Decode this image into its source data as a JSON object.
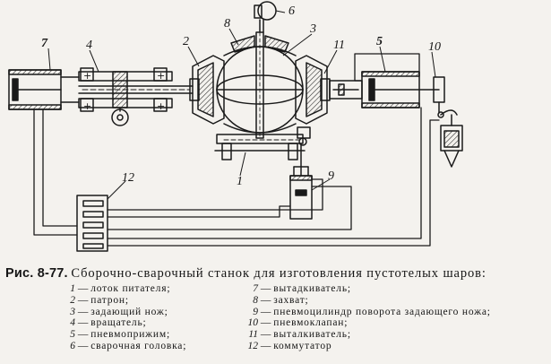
{
  "figure": {
    "labels": {
      "l1": "1",
      "l2": "2",
      "l3": "3",
      "l4": "4",
      "l5": "5",
      "l6": "6",
      "l7": "7",
      "l8": "8",
      "l9": "9",
      "l10": "10",
      "l11": "11",
      "l12": "12"
    },
    "caption_label": "Рис. 8-77.",
    "caption_title": "Сборочно-сварочный станок для изготовления пустотелых шаров:",
    "legend": [
      {
        "num": "1",
        "dash": "—",
        "text": "лоток питателя;"
      },
      {
        "num": "2",
        "dash": "—",
        "text": "патрон;"
      },
      {
        "num": "3",
        "dash": "—",
        "text": "задающий нож;"
      },
      {
        "num": "4",
        "dash": "—",
        "text": "вращатель;"
      },
      {
        "num": "5",
        "dash": "—",
        "text": "пневмоприжим;"
      },
      {
        "num": "6",
        "dash": "—",
        "text": "сварочная головка;"
      },
      {
        "num": "7",
        "dash": "—",
        "text": "вытадкиватель;"
      },
      {
        "num": "8",
        "dash": "—",
        "text": "захват;"
      },
      {
        "num": "9",
        "dash": "—",
        "text": "пневмоцилиндр поворота задающего ножа;"
      },
      {
        "num": "10",
        "dash": "—",
        "text": "пневмоклапан;"
      },
      {
        "num": "11",
        "dash": "—",
        "text": "выталкиватель;"
      },
      {
        "num": "12",
        "dash": "—",
        "text": "коммутатор"
      }
    ]
  }
}
